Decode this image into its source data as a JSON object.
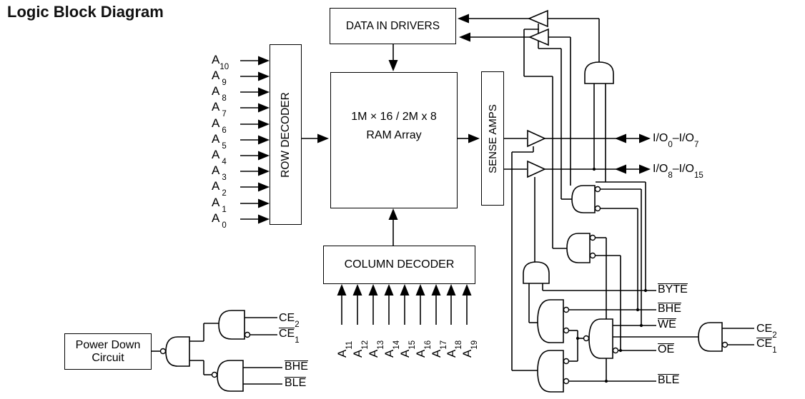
{
  "title": "Logic Block Diagram",
  "blocks": {
    "data_in_drivers": "DATA IN DRIVERS",
    "ram_line1": "1M × 16 / 2M x 8",
    "ram_line2": "RAM Array",
    "row_decoder": "ROW DECODER",
    "sense_amps": "SENSE AMPS",
    "column_decoder": "COLUMN DECODER",
    "power_down_line1": "Power Down",
    "power_down_line2": "Circuit"
  },
  "row_addresses": [
    {
      "base": "A",
      "sub": "10"
    },
    {
      "base": "A",
      "sub": "9"
    },
    {
      "base": "A",
      "sub": "8"
    },
    {
      "base": "A",
      "sub": "7"
    },
    {
      "base": "A",
      "sub": "6"
    },
    {
      "base": "A",
      "sub": "5"
    },
    {
      "base": "A",
      "sub": "4"
    },
    {
      "base": "A",
      "sub": "3"
    },
    {
      "base": "A",
      "sub": "2"
    },
    {
      "base": "A",
      "sub": "1"
    },
    {
      "base": "A",
      "sub": "0"
    }
  ],
  "column_addresses": [
    {
      "base": "A",
      "sub": "11"
    },
    {
      "base": "A",
      "sub": "12"
    },
    {
      "base": "A",
      "sub": "13"
    },
    {
      "base": "A",
      "sub": "14"
    },
    {
      "base": "A",
      "sub": "15"
    },
    {
      "base": "A",
      "sub": "16"
    },
    {
      "base": "A",
      "sub": "17"
    },
    {
      "base": "A",
      "sub": "18"
    },
    {
      "base": "A",
      "sub": "19"
    }
  ],
  "io_ports": [
    {
      "base1": "I/O",
      "sub1": "0",
      "dash": "–",
      "base2": "I/O",
      "sub2": "7"
    },
    {
      "base1": "I/O",
      "sub1": "8",
      "dash": "–",
      "base2": "I/O",
      "sub2": "15"
    }
  ],
  "left_controls": [
    {
      "label": "CE",
      "sub": "2",
      "overline": false
    },
    {
      "label": "CE",
      "sub": "1",
      "overline": true
    },
    {
      "label": "BHE",
      "overline": true
    },
    {
      "label": "BLE",
      "overline": true
    }
  ],
  "right_controls": [
    {
      "label": "BYTE",
      "overline": true
    },
    {
      "label": "BHE",
      "overline": true
    },
    {
      "label": "WE",
      "overline": true
    },
    {
      "label": "OE",
      "overline": true
    },
    {
      "label": "BLE",
      "overline": true
    }
  ],
  "far_right_controls": [
    {
      "label": "CE",
      "sub": "2",
      "overline": false
    },
    {
      "label": "CE",
      "sub": "1",
      "overline": true
    }
  ],
  "colors": {
    "ink": "#000000",
    "background": "#ffffff"
  }
}
